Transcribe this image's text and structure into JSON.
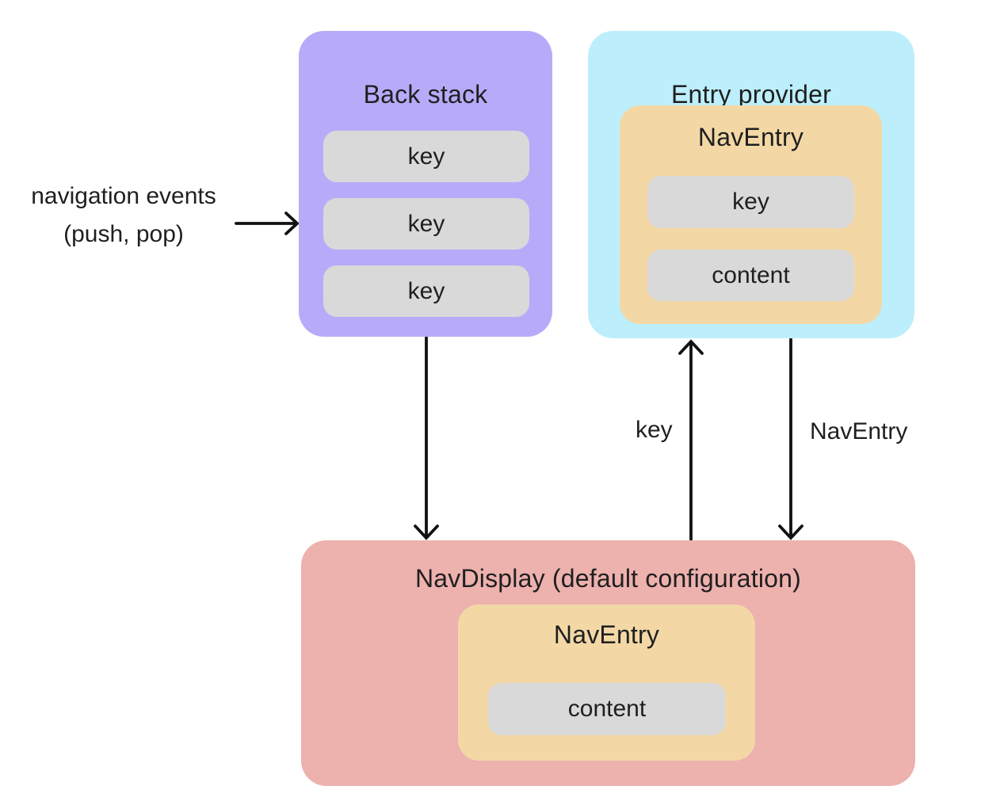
{
  "diagram": {
    "back_stack": {
      "title": "Back stack",
      "keys": [
        "key",
        "key",
        "key"
      ]
    },
    "entry_provider": {
      "title": "Entry provider",
      "nav_entry": {
        "title": "NavEntry",
        "key_label": "key",
        "content_label": "content"
      }
    },
    "nav_display": {
      "title": "NavDisplay (default configuration)",
      "nav_entry": {
        "title": "NavEntry",
        "content_label": "content"
      }
    },
    "annotations": {
      "navigation_events_line1": "navigation events",
      "navigation_events_line2": "(push, pop)",
      "key_arrow_label": "key",
      "nav_entry_arrow_label": "NavEntry"
    },
    "colors": {
      "back_stack_fill": "#b7abf9",
      "entry_provider_fill": "#bceffb",
      "nav_entry_fill": "#f3d8a6",
      "nav_display_fill": "#edb1ae",
      "item_fill": "#d9d9d9",
      "arrow_stroke": "#111111",
      "text": "#1f1f1f"
    }
  }
}
